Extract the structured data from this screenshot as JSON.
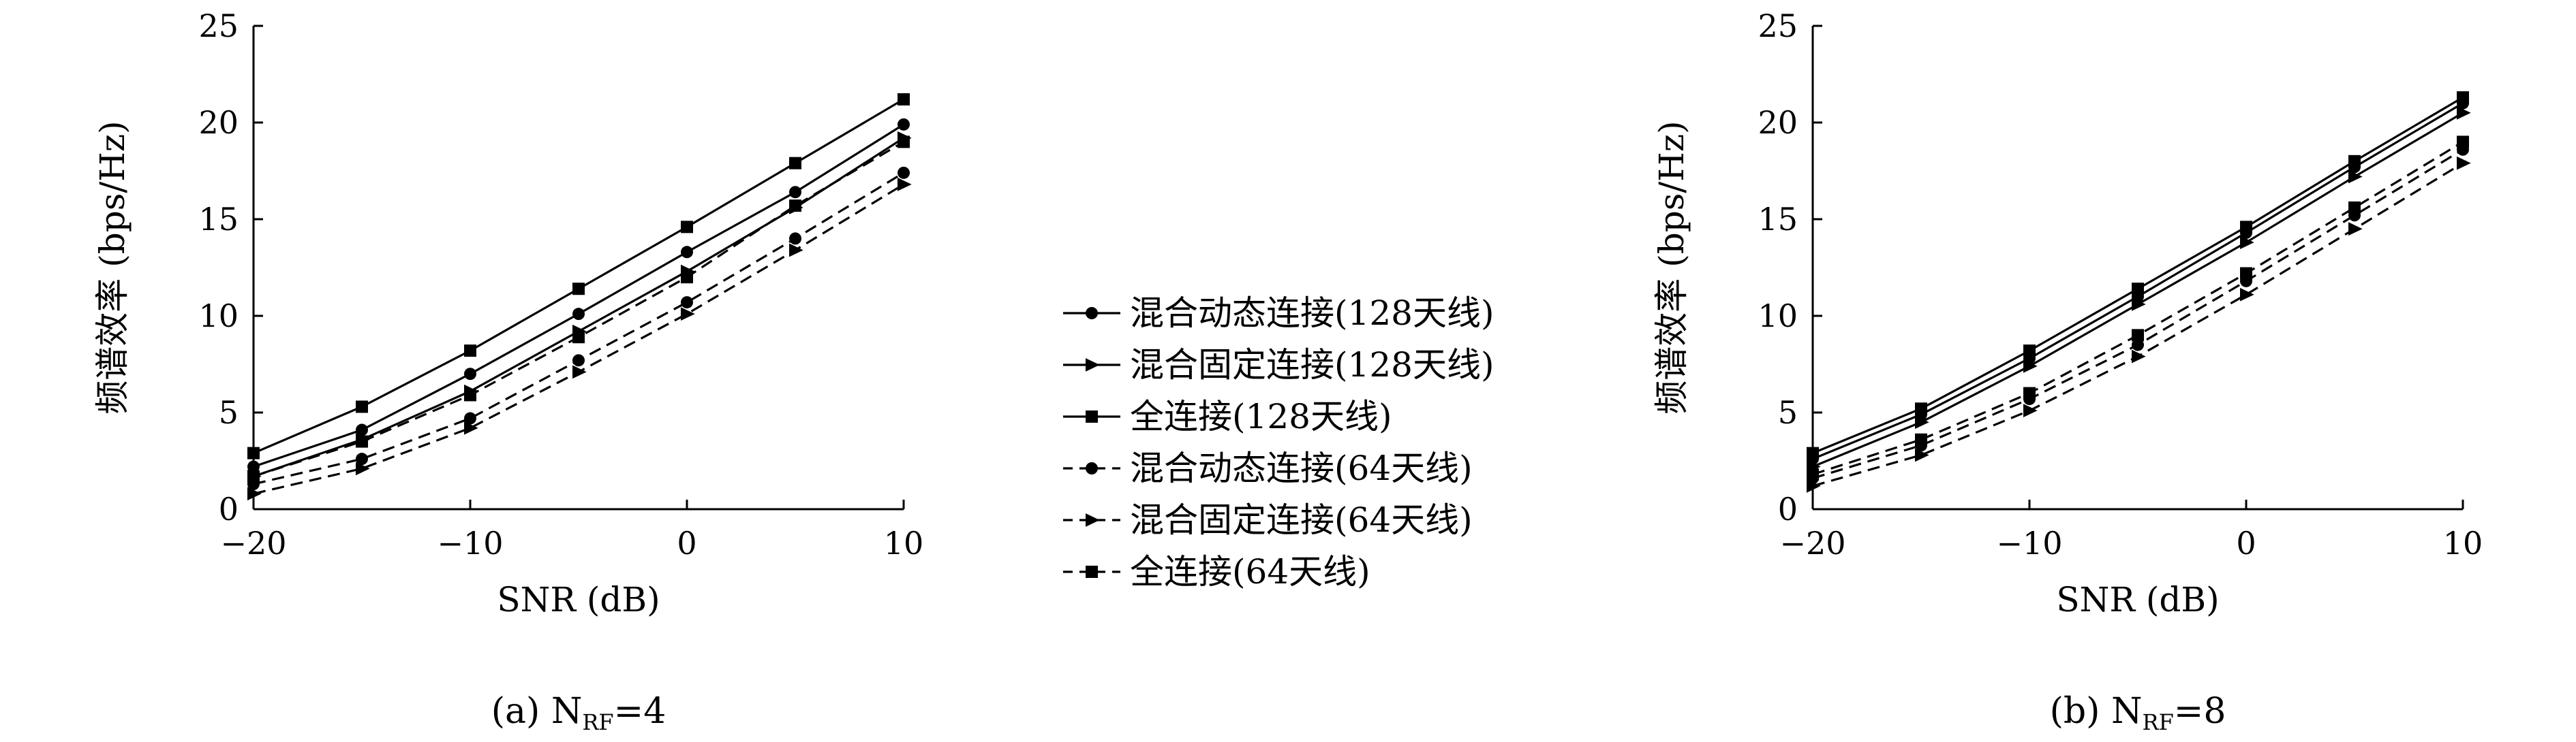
{
  "chart_data": [
    {
      "type": "line",
      "caption": "(a) N",
      "caption_sub": "RF",
      "caption_suffix": "=4",
      "xlabel": "SNR (dB)",
      "ylabel": "频谱效率 (bps/Hz)",
      "xlim": [
        -20,
        10
      ],
      "ylim": [
        0,
        25
      ],
      "xticks": [
        -20,
        -10,
        0,
        10
      ],
      "xtick_labels": [
        "−20",
        "−10",
        "0",
        "10"
      ],
      "yticks": [
        0,
        5,
        10,
        15,
        20,
        25
      ],
      "ytick_labels": [
        "0",
        "5",
        "10",
        "15",
        "20",
        "25"
      ],
      "x": [
        -20,
        -15,
        -10,
        -5,
        0,
        5,
        10
      ],
      "series": [
        {
          "name": "混合动态连接(128天线)",
          "marker": "circle",
          "dash": false,
          "values": [
            2.2,
            4.1,
            7.0,
            10.1,
            13.3,
            16.4,
            19.9
          ]
        },
        {
          "name": "混合固定连接(128天线)",
          "marker": "triangle",
          "dash": false,
          "values": [
            1.7,
            3.6,
            6.1,
            9.2,
            12.3,
            15.6,
            19.2
          ]
        },
        {
          "name": "全连接(128天线)",
          "marker": "square",
          "dash": false,
          "values": [
            2.9,
            5.3,
            8.2,
            11.4,
            14.6,
            17.9,
            21.2
          ]
        },
        {
          "name": "混合动态连接(64天线)",
          "marker": "circle",
          "dash": true,
          "values": [
            1.3,
            2.6,
            4.7,
            7.7,
            10.7,
            14.0,
            17.4
          ]
        },
        {
          "name": "混合固定连接(64天线)",
          "marker": "triangle",
          "dash": true,
          "values": [
            0.8,
            2.1,
            4.2,
            7.1,
            10.1,
            13.4,
            16.8
          ]
        },
        {
          "name": "全连接(64天线)",
          "marker": "square",
          "dash": true,
          "values": [
            1.7,
            3.5,
            5.9,
            8.9,
            12.0,
            15.7,
            19.0
          ]
        }
      ]
    },
    {
      "type": "line",
      "caption": "(b) N",
      "caption_sub": "RF",
      "caption_suffix": "=8",
      "xlabel": "SNR (dB)",
      "ylabel": "频谱效率 (bps/Hz)",
      "xlim": [
        -20,
        10
      ],
      "ylim": [
        0,
        25
      ],
      "xticks": [
        -20,
        -10,
        0,
        10
      ],
      "xtick_labels": [
        "−20",
        "−10",
        "0",
        "10"
      ],
      "yticks": [
        0,
        5,
        10,
        15,
        20,
        25
      ],
      "ytick_labels": [
        "0",
        "5",
        "10",
        "15",
        "20",
        "25"
      ],
      "x": [
        -20,
        -15,
        -10,
        -5,
        0,
        5,
        10
      ],
      "series": [
        {
          "name": "混合动态连接(128天线)",
          "marker": "circle",
          "dash": false,
          "values": [
            2.6,
            4.9,
            7.8,
            11.0,
            14.3,
            17.7,
            21.0
          ]
        },
        {
          "name": "混合固定连接(128天线)",
          "marker": "triangle",
          "dash": false,
          "values": [
            2.2,
            4.5,
            7.4,
            10.6,
            13.8,
            17.2,
            20.5
          ]
        },
        {
          "name": "全连接(128天线)",
          "marker": "square",
          "dash": false,
          "values": [
            2.9,
            5.2,
            8.2,
            11.4,
            14.6,
            18.0,
            21.3
          ]
        },
        {
          "name": "混合动态连接(64天线)",
          "marker": "circle",
          "dash": true,
          "values": [
            1.6,
            3.3,
            5.7,
            8.5,
            11.8,
            15.2,
            18.6
          ]
        },
        {
          "name": "混合固定连接(64天线)",
          "marker": "triangle",
          "dash": true,
          "values": [
            1.2,
            2.8,
            5.1,
            7.9,
            11.1,
            14.5,
            17.9
          ]
        },
        {
          "name": "全连接(64天线)",
          "marker": "square",
          "dash": true,
          "values": [
            1.8,
            3.6,
            6.0,
            9.0,
            12.2,
            15.6,
            19.0
          ]
        }
      ]
    }
  ],
  "legend": {
    "placement": "center",
    "entries": [
      {
        "label": "混合动态连接(128天线)",
        "marker": "circle",
        "dash": false
      },
      {
        "label": "混合固定连接(128天线)",
        "marker": "triangle",
        "dash": false
      },
      {
        "label": "全连接(128天线)",
        "marker": "square",
        "dash": false
      },
      {
        "label": "混合动态连接(64天线)",
        "marker": "circle",
        "dash": true
      },
      {
        "label": "混合固定连接(64天线)",
        "marker": "triangle",
        "dash": true
      },
      {
        "label": "全连接(64天线)",
        "marker": "square",
        "dash": true
      }
    ]
  },
  "colors": {
    "line": "#000000",
    "background": "#ffffff"
  }
}
